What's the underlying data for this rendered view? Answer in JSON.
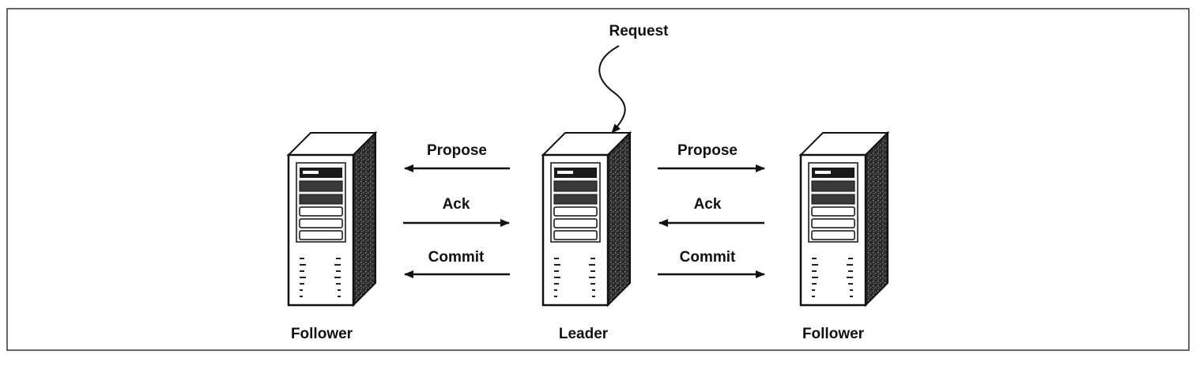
{
  "request_label": "Request",
  "servers": [
    {
      "role": "Follower",
      "icon": "server-tower-icon"
    },
    {
      "role": "Leader",
      "icon": "server-tower-icon"
    },
    {
      "role": "Follower",
      "icon": "server-tower-icon"
    }
  ],
  "messages": {
    "propose": "Propose",
    "ack": "Ack",
    "commit": "Commit"
  },
  "colors": {
    "line": "#111111",
    "server_face": "#ffffff",
    "server_side": "#222222",
    "border": "#333333"
  }
}
